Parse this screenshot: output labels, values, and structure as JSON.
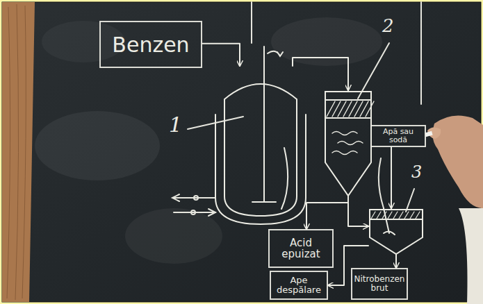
{
  "diagram": {
    "nodes": [
      {
        "text": [
          "Benzen"
        ]
      },
      {
        "text": [
          "1"
        ]
      },
      {
        "text": [
          "2"
        ]
      },
      {
        "text": [
          "Apă sau sodă"
        ]
      },
      {
        "text": [
          "3"
        ]
      },
      {
        "text": [
          "Acid epuizat"
        ]
      },
      {
        "text": [
          "Ape despălare"
        ]
      },
      {
        "text": [
          "Nitrobenzen brut"
        ]
      }
    ],
    "edges": [
      {
        "from": 0,
        "to": 1,
        "arrow": "to"
      },
      {
        "from": 1,
        "to": 2,
        "arrow": "to"
      },
      {
        "from": 2,
        "to": 5,
        "arrow": "to"
      },
      {
        "from": 2,
        "to": 4,
        "arrow": "to"
      },
      {
        "from": 3,
        "to": 4,
        "arrow": "to"
      },
      {
        "from": 4,
        "to": 6,
        "arrow": "to"
      },
      {
        "from": 4,
        "to": 7,
        "arrow": "to"
      }
    ]
  }
}
